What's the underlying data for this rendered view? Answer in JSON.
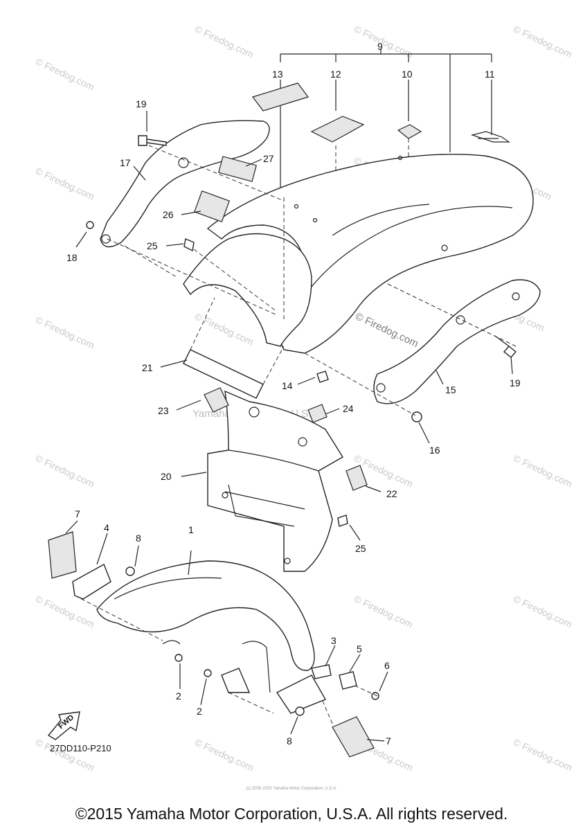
{
  "callouts": [
    {
      "id": "c9",
      "text": "9"
    },
    {
      "id": "c13",
      "text": "13"
    },
    {
      "id": "c12",
      "text": "12"
    },
    {
      "id": "c10",
      "text": "10"
    },
    {
      "id": "c11",
      "text": "11"
    },
    {
      "id": "c19a",
      "text": "19"
    },
    {
      "id": "c27",
      "text": "27"
    },
    {
      "id": "c17",
      "text": "17"
    },
    {
      "id": "c26",
      "text": "26"
    },
    {
      "id": "c25a",
      "text": "25"
    },
    {
      "id": "c18",
      "text": "18"
    },
    {
      "id": "c21",
      "text": "21"
    },
    {
      "id": "c14",
      "text": "14"
    },
    {
      "id": "c15",
      "text": "15"
    },
    {
      "id": "c19b",
      "text": "19"
    },
    {
      "id": "c23",
      "text": "23"
    },
    {
      "id": "c24",
      "text": "24"
    },
    {
      "id": "c16",
      "text": "16"
    },
    {
      "id": "c20",
      "text": "20"
    },
    {
      "id": "c22",
      "text": "22"
    },
    {
      "id": "c25b",
      "text": "25"
    },
    {
      "id": "c7a",
      "text": "7"
    },
    {
      "id": "c4",
      "text": "4"
    },
    {
      "id": "c8a",
      "text": "8"
    },
    {
      "id": "c1",
      "text": "1"
    },
    {
      "id": "c3",
      "text": "3"
    },
    {
      "id": "c5",
      "text": "5"
    },
    {
      "id": "c6",
      "text": "6"
    },
    {
      "id": "c2a",
      "text": "2"
    },
    {
      "id": "c2b",
      "text": "2"
    },
    {
      "id": "c8b",
      "text": "8"
    },
    {
      "id": "c7b",
      "text": "7"
    }
  ],
  "watermark": {
    "firedog": "© Firedog.com",
    "center_firedog": "© Firedog.com",
    "yamaha": "Yamaha Motor Corp, U.S.A."
  },
  "fwd_label": "FWD",
  "diagram_code": "27DD110-P210",
  "tiny_copyright": "(c) 2005-2015 Yamaha Motor Corporation, U.S.A.",
  "footer": "©2015 Yamaha Motor Corporation, U.S.A. All rights reserved."
}
